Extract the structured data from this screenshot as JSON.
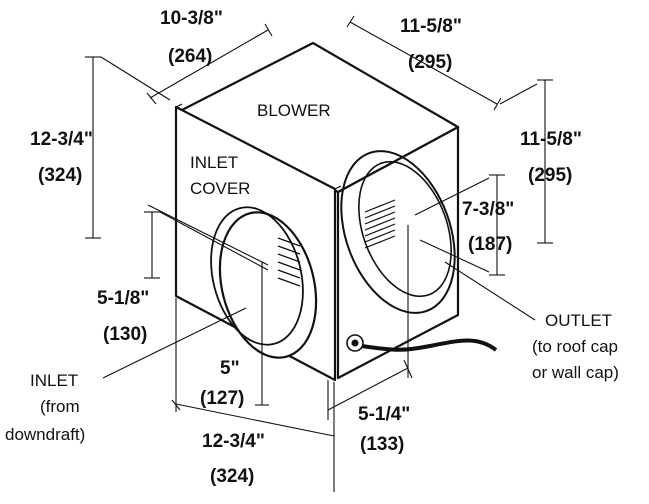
{
  "dimensions": {
    "top_depth": {
      "imperial": "10-3/8\"",
      "metric": "(264)"
    },
    "top_width": {
      "imperial": "11-5/8\"",
      "metric": "(295)"
    },
    "left_height": {
      "imperial": "12-3/4\"",
      "metric": "(324)"
    },
    "right_height": {
      "imperial": "11-5/8\"",
      "metric": "(295)"
    },
    "outlet_dia": {
      "imperial": "7-3/8\"",
      "metric": "(187)"
    },
    "inlet_offset": {
      "imperial": "5-1/8\"",
      "metric": "(130)"
    },
    "inlet_dia": {
      "imperial": "5\"",
      "metric": "(127)"
    },
    "outlet_offset": {
      "imperial": "5-1/4\"",
      "metric": "(133)"
    },
    "bottom_width": {
      "imperial": "12-3/4\"",
      "metric": "(324)"
    }
  },
  "labels": {
    "blower": "BLOWER",
    "inlet_cover_1": "INLET",
    "inlet_cover_2": "COVER",
    "outlet_1": "OUTLET",
    "outlet_2": "(to roof cap",
    "outlet_3": "or wall cap)",
    "inlet_1": "INLET",
    "inlet_2": "(from",
    "inlet_3": "downdraft)"
  }
}
